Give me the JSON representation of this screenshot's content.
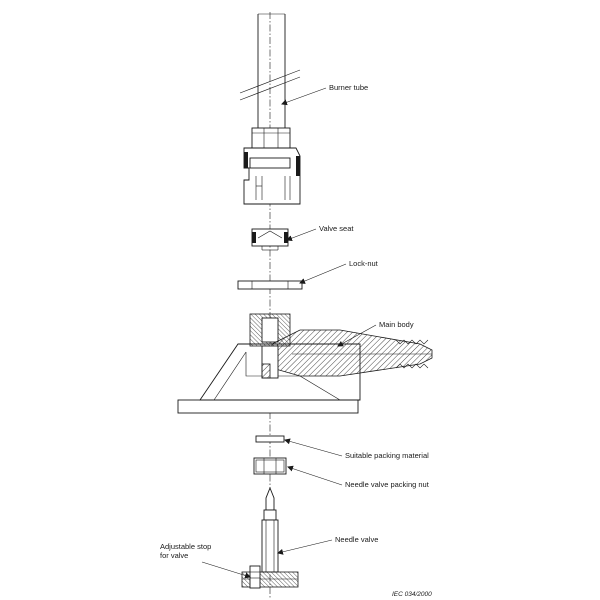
{
  "labels": {
    "burner_tube": "Burner tube",
    "valve_seat": "Valve seat",
    "lock_nut": "Lock-nut",
    "main_body": "Main body",
    "packing_material": "Suitable packing material",
    "packing_nut": "Needle valve packing nut",
    "needle_valve": "Needle valve",
    "adjustable_stop_line1": "Adjustable stop",
    "adjustable_stop_line2": "for valve"
  },
  "figure_reference": "IEC   034/2000"
}
